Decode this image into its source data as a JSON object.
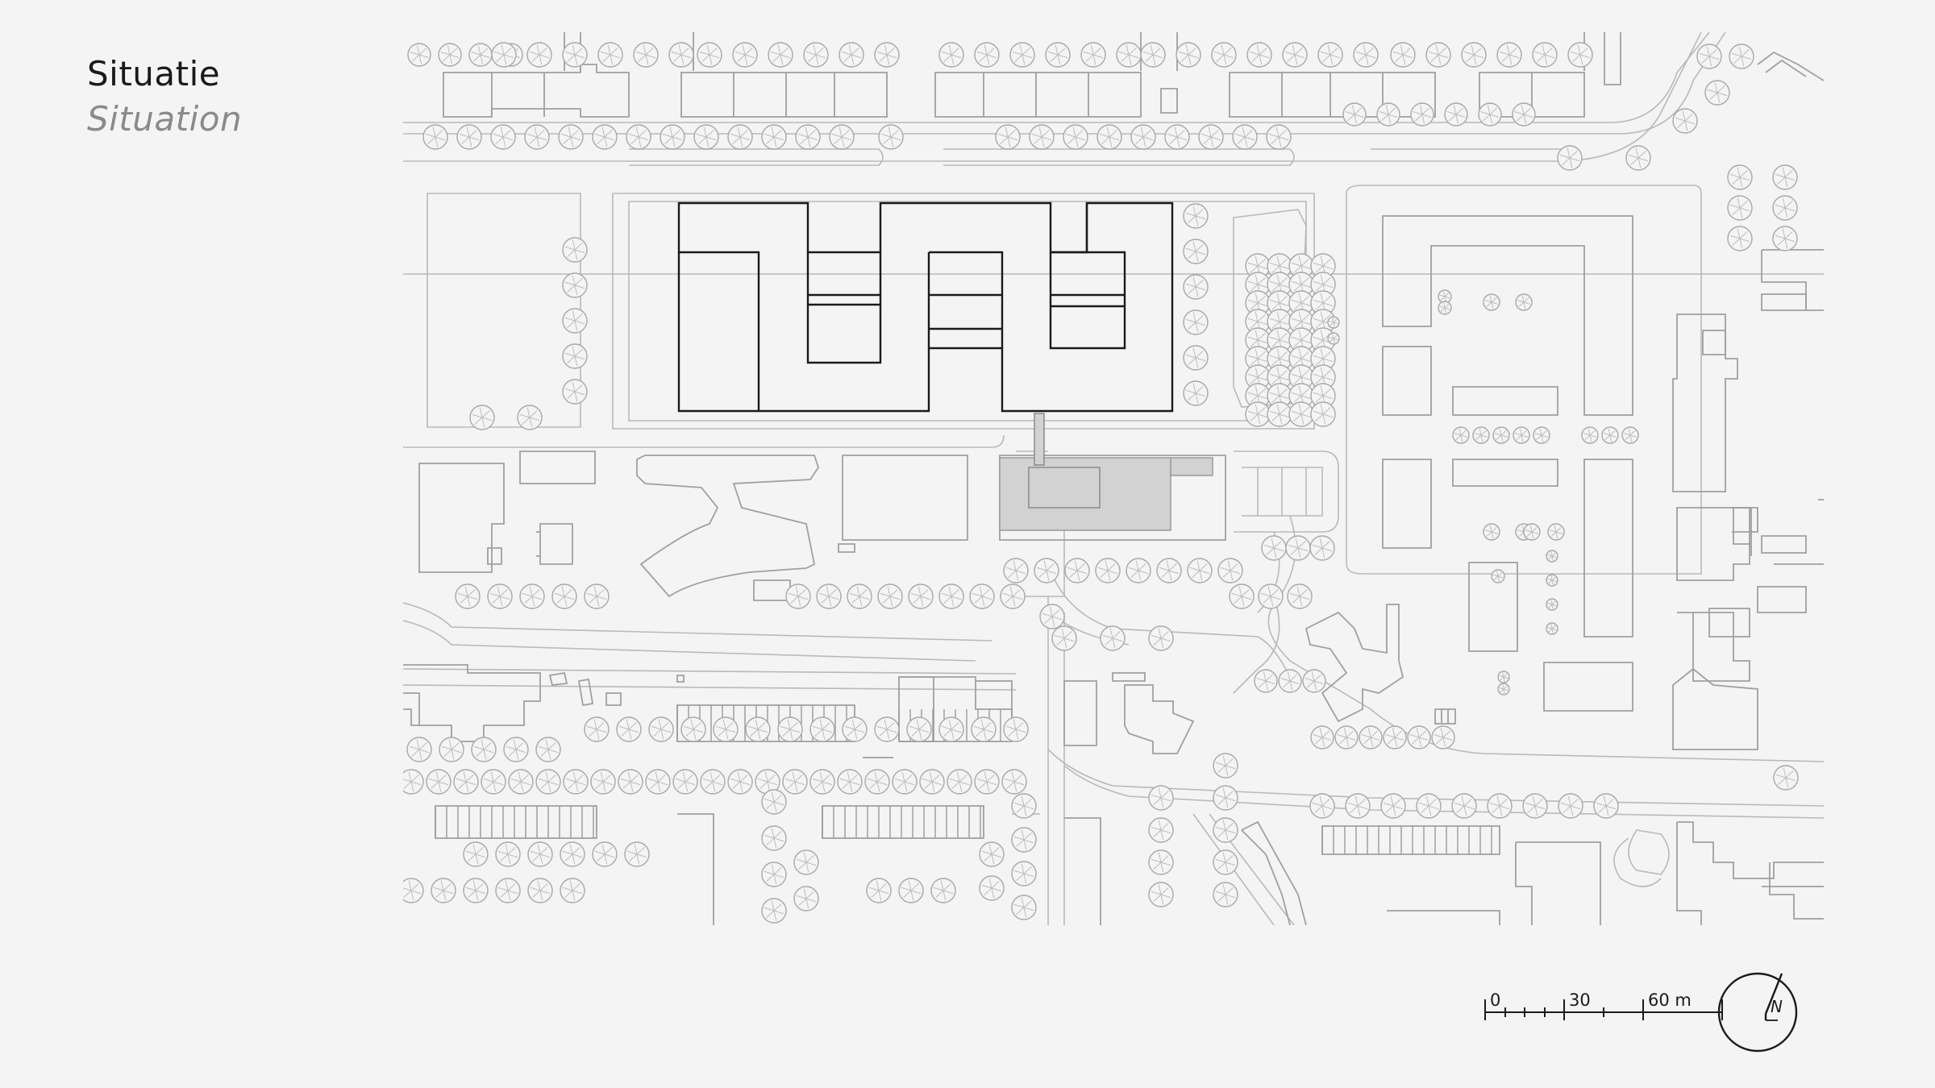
{
  "title": {
    "primary": "Situatie",
    "secondary": "Situation"
  },
  "scale_bar": {
    "ticks": [
      "0",
      "30",
      "60 m"
    ]
  },
  "north_arrow": {
    "label": "N",
    "icon": "north-arrow-icon"
  },
  "colors": {
    "background": "#f4f4f4",
    "context_lines": "#b9b9b9",
    "project_lines": "#1a1a1a",
    "existing_building_fill": "#d2d2d2"
  }
}
